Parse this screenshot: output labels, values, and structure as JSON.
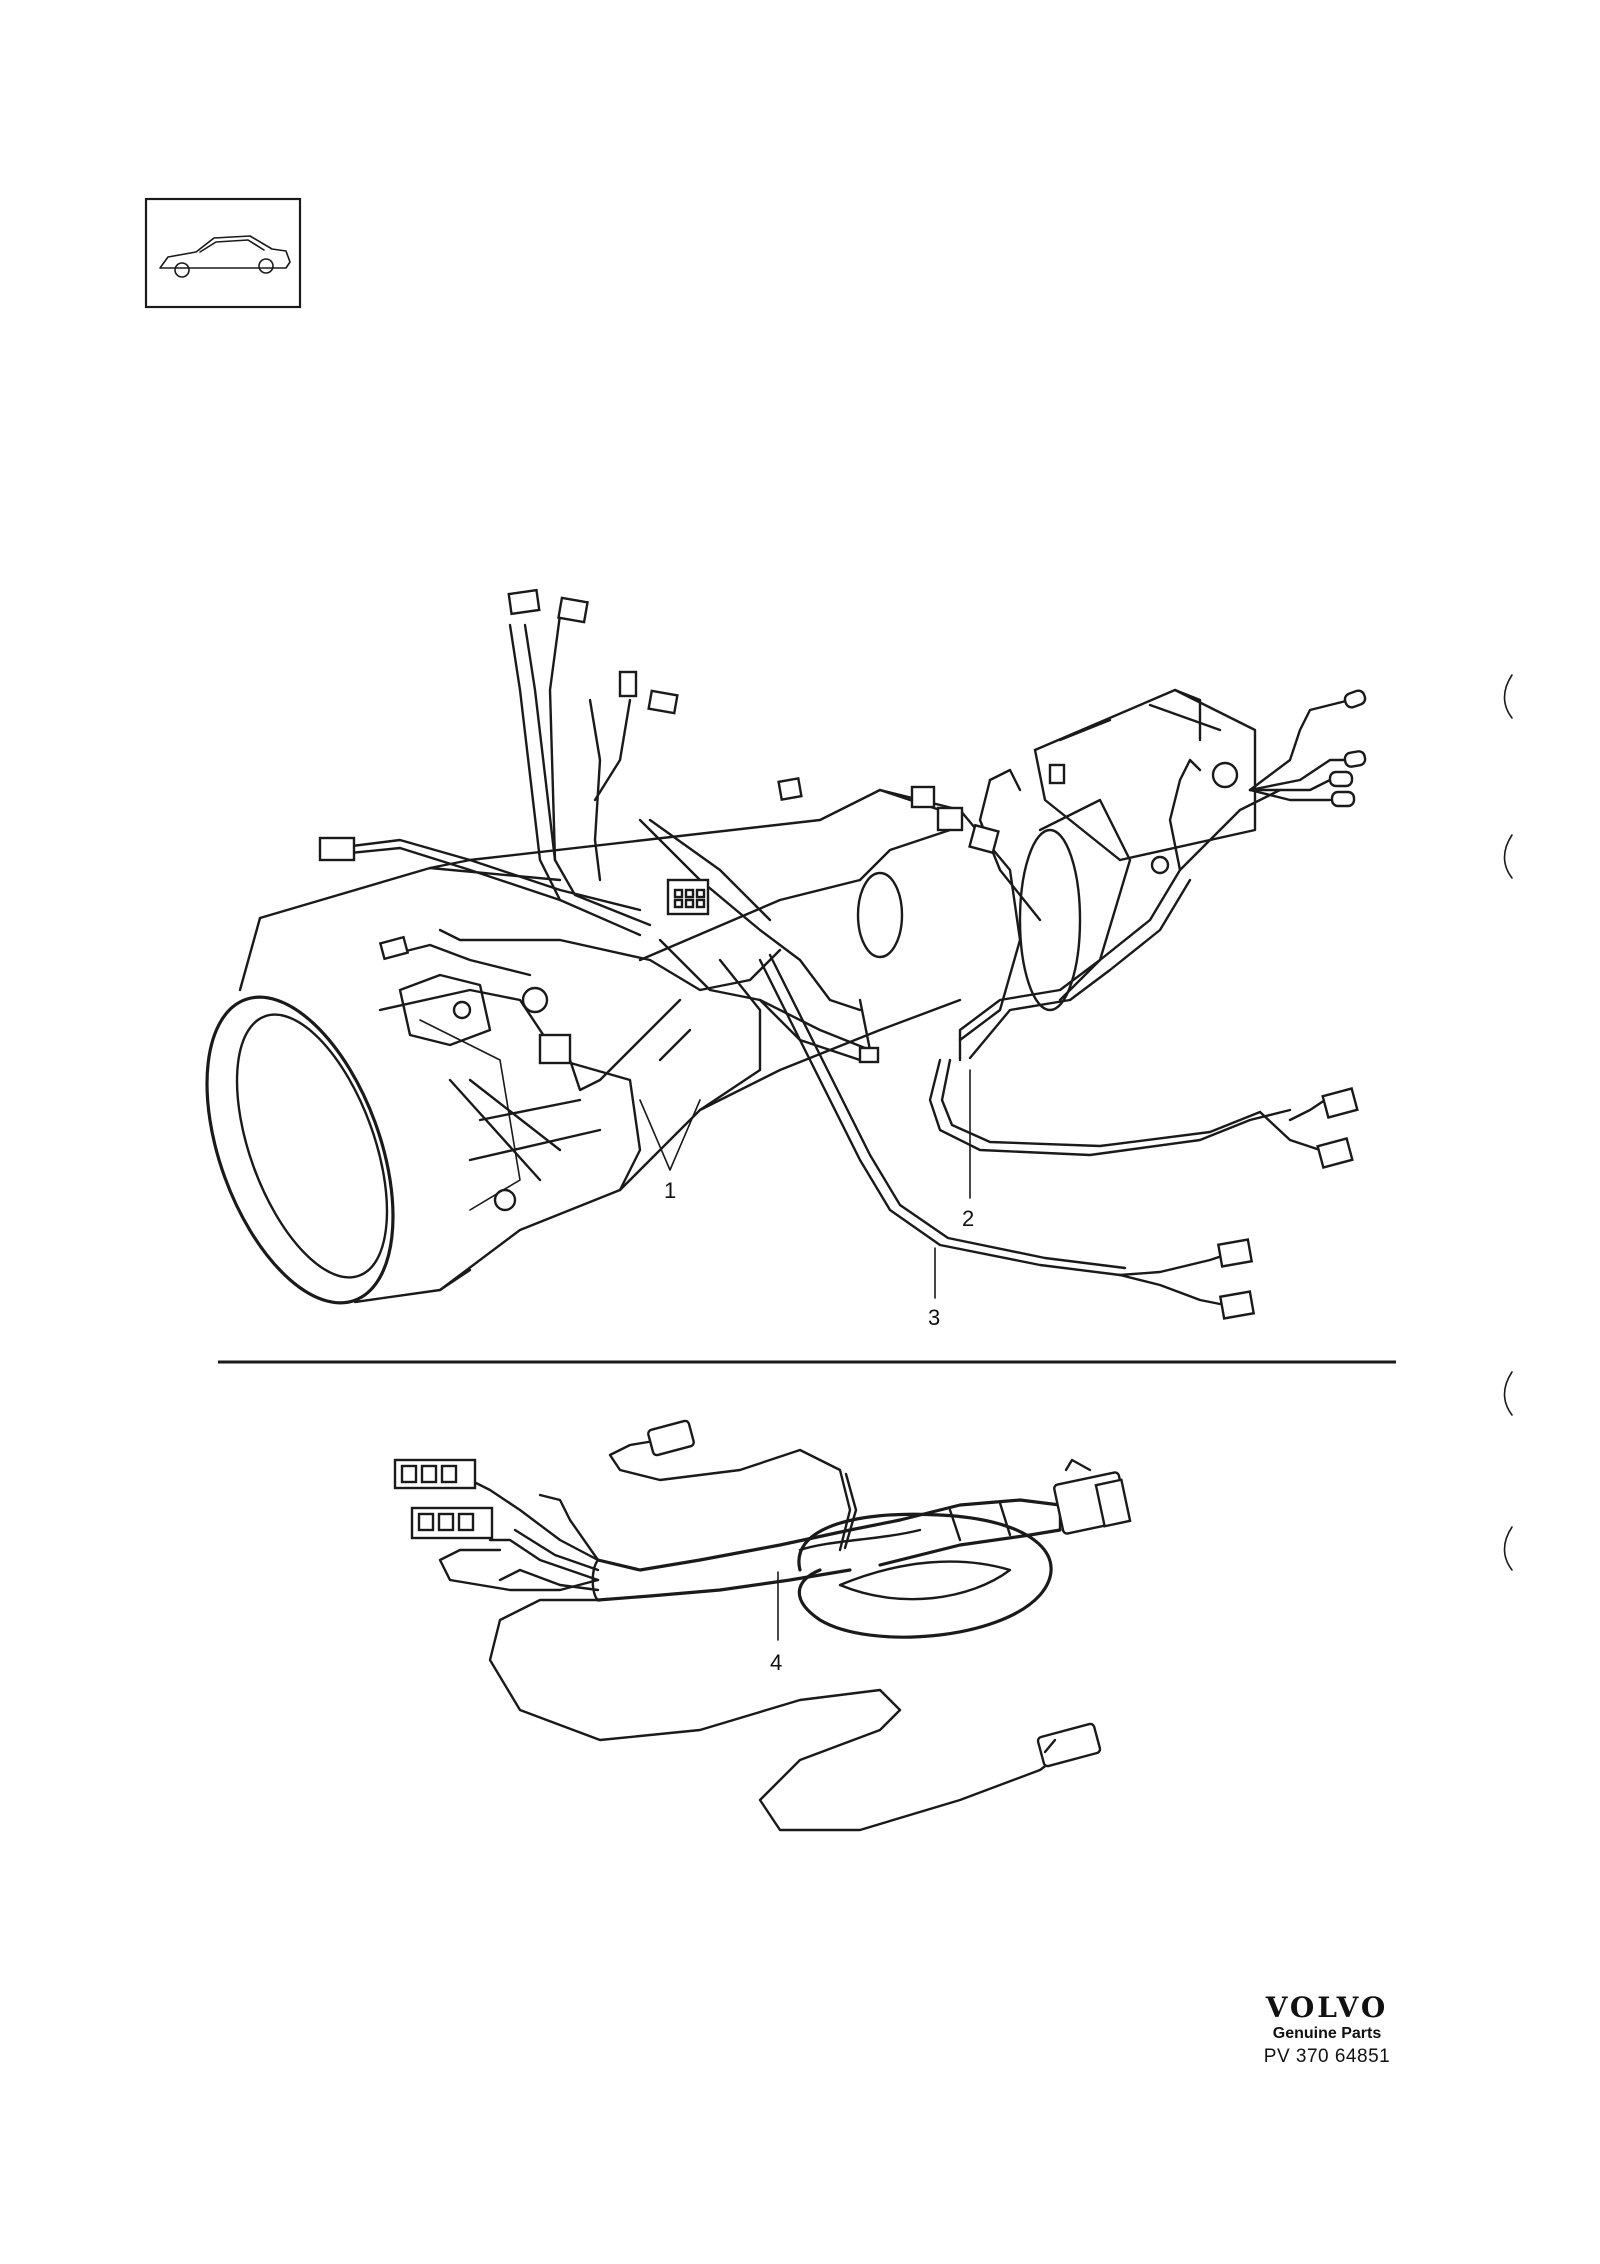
{
  "callouts": [
    {
      "number": "1"
    },
    {
      "number": "2"
    },
    {
      "number": "3"
    },
    {
      "number": "4"
    }
  ],
  "brand": {
    "logo": "VOLVO",
    "tagline": "Genuine Parts",
    "illustration_code": "PV 370 64851"
  },
  "thumbnail": {
    "icon": "car-sedan-icon"
  }
}
